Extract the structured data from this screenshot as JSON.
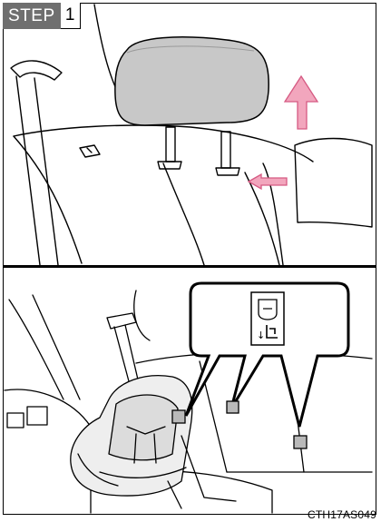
{
  "step": {
    "word": "STEP",
    "number": "1"
  },
  "figure_code": "CTH17AS049",
  "colors": {
    "headrest_fill": "#c8c8c8",
    "arrow_fill": "#f2a6bd",
    "arrow_stroke": "#d65a83",
    "badge_bg": "#6f6f6f",
    "anchor_fill": "#b9b9b9"
  },
  "icons": [
    "up-arrow-icon",
    "pointing-arrow-icon",
    "child-seat-anchor-icon"
  ]
}
